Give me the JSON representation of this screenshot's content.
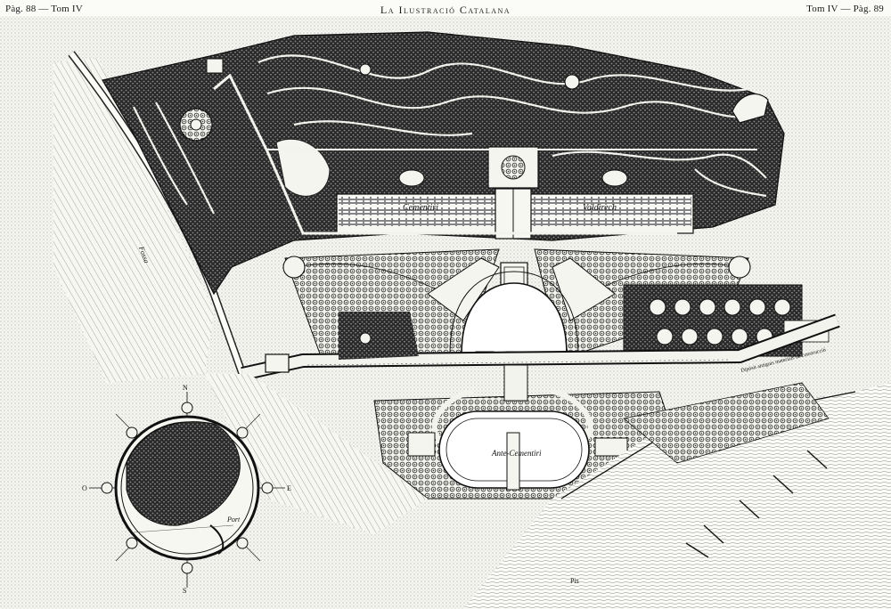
{
  "header": {
    "left": "Pàg. 88  —  Tom IV",
    "center": "La Ilustració Catalana",
    "right": "Tom IV  —  Pàg. 89"
  },
  "map": {
    "labels": {
      "cementiri_left": "Cementiri",
      "cementiri_right": "Valdirech",
      "ante_cementiri": "Ante-Cementiri",
      "fossa": "Fossa",
      "inset_port": "Port",
      "side_note": "Dipòsit antiguis materials de construcció",
      "bottom_note": "Pis"
    },
    "compass": {
      "north": "N",
      "south": "S",
      "east": "E",
      "west": "O"
    },
    "colors": {
      "ink": "#1a1a1a",
      "paper": "#fbfbf8",
      "hatch": "#6a6a6a"
    }
  }
}
